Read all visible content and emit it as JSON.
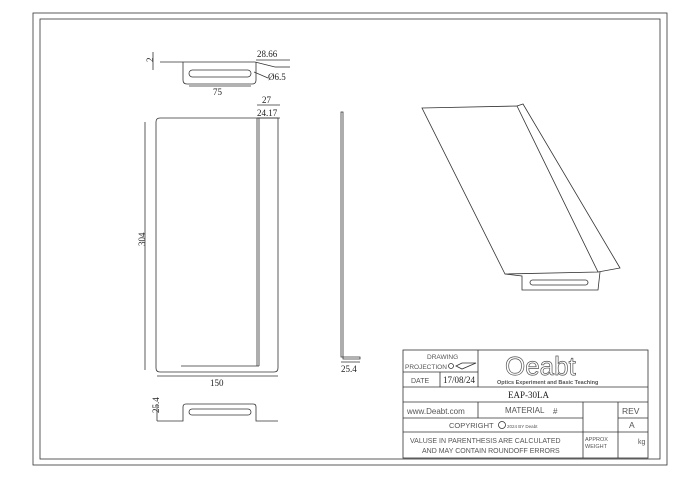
{
  "dimensions": {
    "top_view": {
      "thickness": "2",
      "flange": "28.66",
      "hole": "Ø6.5",
      "slot": "75"
    },
    "front_view": {
      "width_outer": "27",
      "width_inner": "24.17",
      "height": "304",
      "width": "150"
    },
    "side_view": {
      "base": "25.4"
    },
    "bottom_view": {
      "height": "25.4"
    }
  },
  "title_block": {
    "drawing_label": "DRAWING",
    "projection_label": "PROJECTION",
    "date_label": "DATE",
    "date_value": "17/08/24",
    "logo_text": "Oeabt",
    "logo_tagline": "Optics Experiment and Basic Teaching",
    "part_number": "EAP-30LA",
    "website": "www.Deabt.com",
    "material_label": "MATERIAL",
    "material_value": "#",
    "rev_label": "REV",
    "rev_value": "A",
    "copyright_label": "COPYRIGHT",
    "copyright_suffix": "2024 BY Deabt",
    "note_line1": "VALUSE IN PARENTHESIS ARE CALCULATED",
    "note_line2": "AND MAY CONTAIN ROUNDOFF ERRORS",
    "approx_label": "APPROX",
    "weight_label": "WEIGHT",
    "weight_unit": "kg"
  }
}
